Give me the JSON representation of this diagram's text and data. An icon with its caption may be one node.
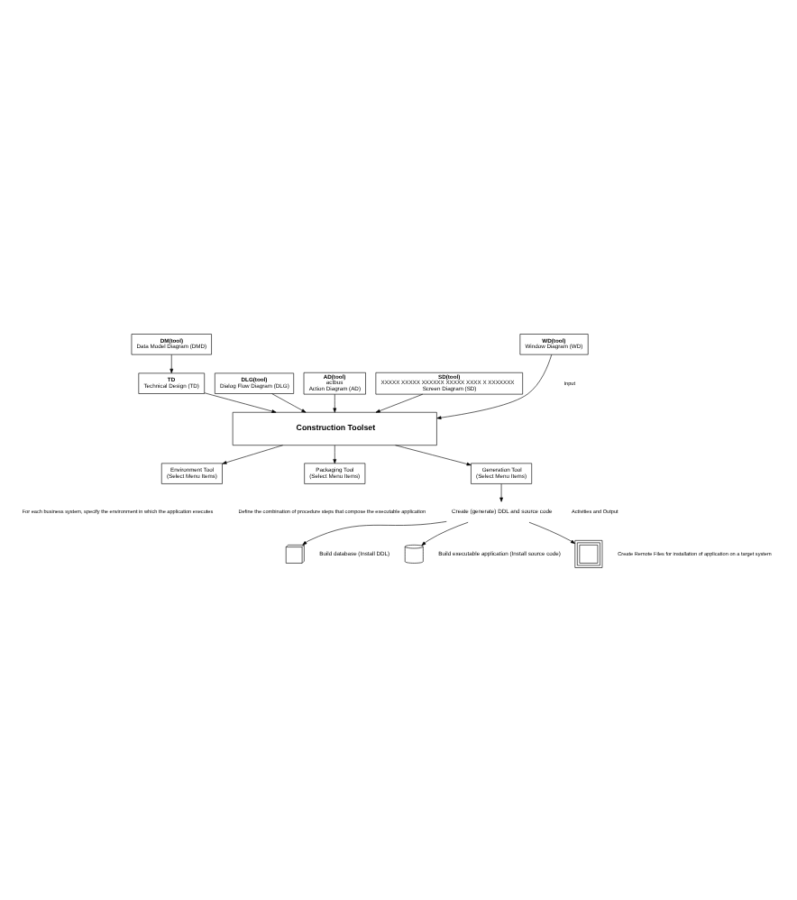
{
  "diagram": {
    "nodes": [
      {
        "text": [
          "DM(tool)",
          "Data Model Diagram (DMD)"
        ]
      },
      {
        "text": [
          "DLG(tool)",
          "Dialog Flow Diagram (DLG)"
        ]
      },
      {
        "text": [
          "AD(tool)",
          "actbus",
          "Action Diagram (AD)"
        ]
      },
      {
        "text": [
          "SD(tool)",
          "XXXXX XXXXX XXXXXX XXXXX XXXX X XXXXXXX",
          "Screen Diagram (SD)"
        ]
      },
      {
        "text": [
          "WD(tool)",
          "Window Diagram (WD)"
        ]
      },
      {
        "text": [
          "TD",
          "Technical Design (TD)"
        ]
      },
      {
        "text": [
          "Construction Toolset"
        ]
      },
      {
        "text": [
          "Environment Tool",
          "(Select Menu Items)"
        ]
      },
      {
        "text": [
          "Packaging Tool",
          "(Select Menu Items)"
        ]
      },
      {
        "text": [
          "Generation Tool",
          "(Select Menu Items)"
        ]
      },
      {
        "text": [
          "Create (generate) DDL and source code"
        ]
      },
      {
        "text": [],
        "shape": "cube",
        "beside": [
          "Build database (Install DDL)"
        ]
      },
      {
        "text": [],
        "shape": "cylinder",
        "beside": [
          "Build executable application (Install source code)"
        ]
      },
      {
        "text": [],
        "shape": "stack"
      }
    ],
    "edges": [
      {
        "from": 0,
        "to": 5,
        "arrow": "to"
      },
      {
        "from": 5,
        "to": 6,
        "arrow": "to"
      },
      {
        "from": 1,
        "to": 6,
        "arrow": "to"
      },
      {
        "from": 2,
        "to": 6,
        "arrow": "to"
      },
      {
        "from": 3,
        "to": 6,
        "arrow": "to"
      },
      {
        "from": 4,
        "to": 6,
        "arrow": "to"
      },
      {
        "from": 6,
        "to": 7,
        "arrow": "to"
      },
      {
        "from": 6,
        "to": 8,
        "arrow": "to"
      },
      {
        "from": 6,
        "to": 9,
        "arrow": "to"
      },
      {
        "from": 9,
        "to": 10,
        "arrow": "to"
      },
      {
        "from": 10,
        "to": 11,
        "arrow": "to"
      },
      {
        "from": 10,
        "to": 12,
        "arrow": "to"
      },
      {
        "from": 10,
        "to": 13,
        "arrow": "to"
      }
    ],
    "labels": [
      "Input",
      "For each business system, specify the environment in which the application executes",
      "Define the combination of procedure steps that compose the executable application",
      "Activities and Output",
      "Create Remote Files for installation of application on a target system"
    ]
  }
}
